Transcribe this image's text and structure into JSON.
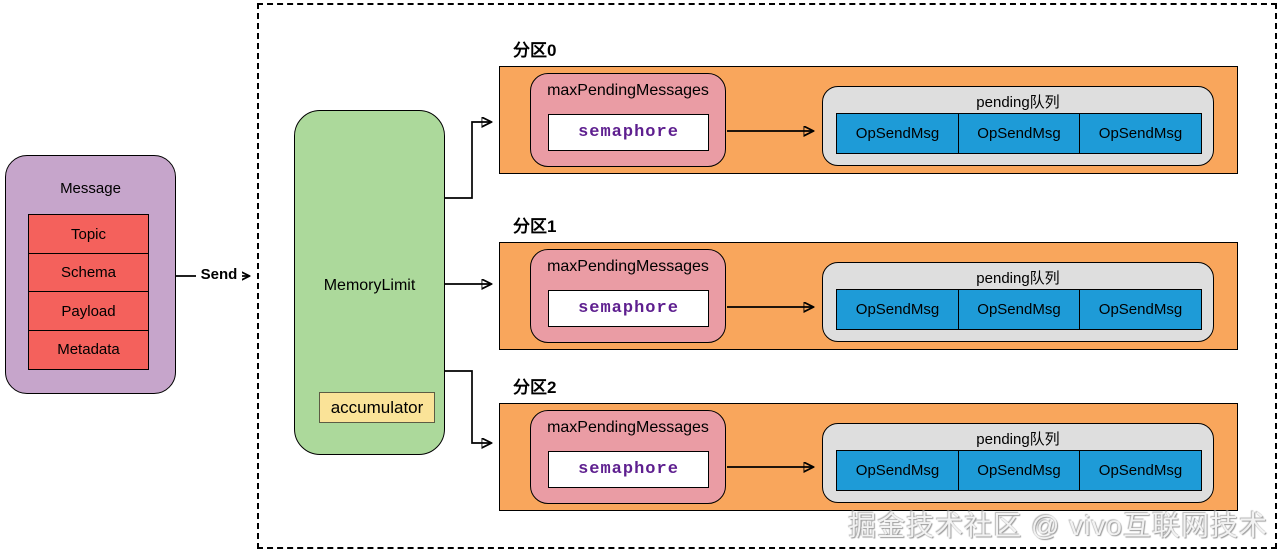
{
  "colors": {
    "purple_fill": "#C6A5CB",
    "red_fill": "#F4615C",
    "green_fill": "#ACD99B",
    "yellow_fill": "#FAE398",
    "yellow_border": "#5C5C44",
    "orange_fill": "#F9A65C",
    "pink_fill": "#EA9CA4",
    "gray_fill": "#DEDEDE",
    "blue_fill": "#1E9BD7",
    "semaphore_text": "#5E1F8F",
    "line": "#000000"
  },
  "message": {
    "title": "Message",
    "fields": [
      "Topic",
      "Schema",
      "Payload",
      "Metadata"
    ]
  },
  "send_label": "Send",
  "memory_limit": {
    "label": "MemoryLimit",
    "accumulator_label": "accumulator"
  },
  "partitions": [
    {
      "label": "分区0",
      "max_pending_label": "maxPendingMessages",
      "semaphore_label": "semaphore",
      "queue_title": "pending队列",
      "queue_items": [
        "OpSendMsg",
        "OpSendMsg",
        "OpSendMsg"
      ]
    },
    {
      "label": "分区1",
      "max_pending_label": "maxPendingMessages",
      "semaphore_label": "semaphore",
      "queue_title": "pending队列",
      "queue_items": [
        "OpSendMsg",
        "OpSendMsg",
        "OpSendMsg"
      ]
    },
    {
      "label": "分区2",
      "max_pending_label": "maxPendingMessages",
      "semaphore_label": "semaphore",
      "queue_title": "pending队列",
      "queue_items": [
        "OpSendMsg",
        "OpSendMsg",
        "OpSendMsg"
      ]
    }
  ],
  "watermark": "掘金技术社区 @ vivo互联网技术"
}
